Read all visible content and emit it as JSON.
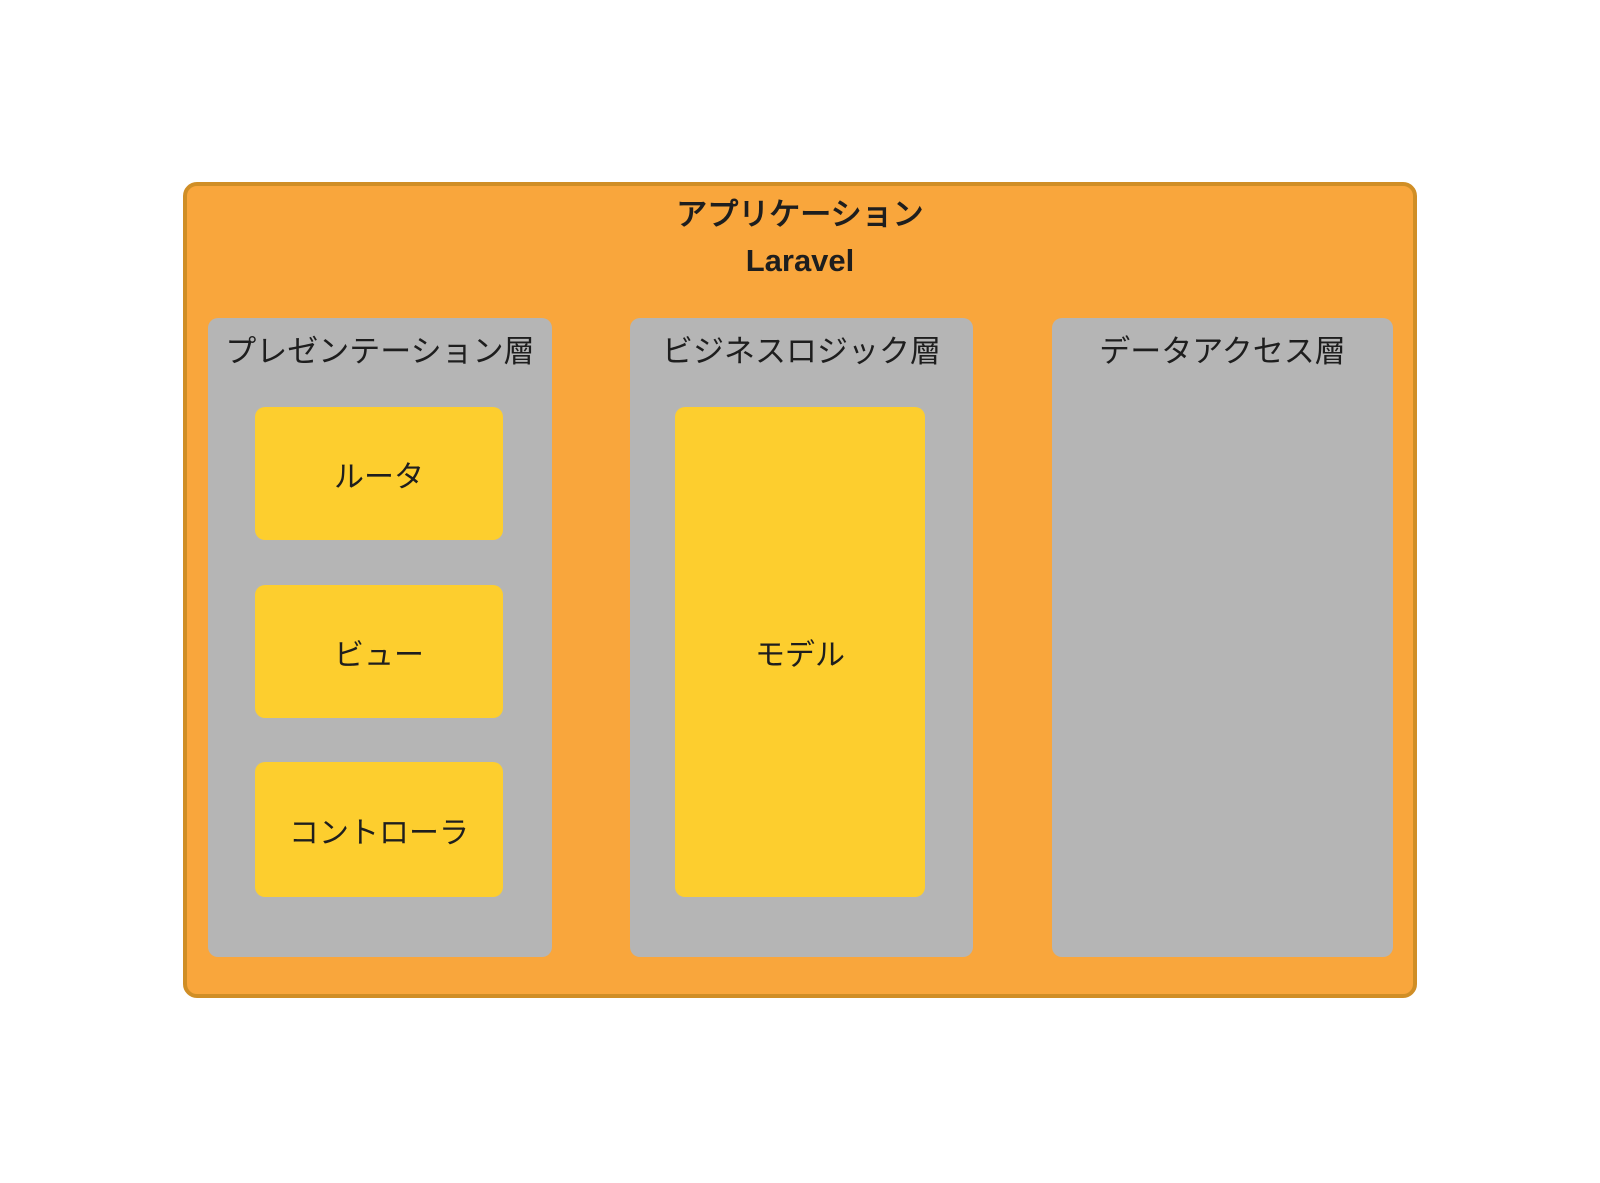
{
  "colors": {
    "orange": "#F9A63C",
    "orange-border": "#D08E26",
    "gray": "#B5B5B5",
    "yellow": "#FDCE2E",
    "text": "#1E1E1E",
    "page-bg": "#FFFFFF"
  },
  "diagram": {
    "title": "アプリケーション",
    "subtitle": "Laravel",
    "layers": [
      {
        "label": "プレゼンテーション層",
        "components": [
          "ルータ",
          "ビュー",
          "コントローラ"
        ]
      },
      {
        "label": "ビジネスロジック層",
        "components": [
          "モデル"
        ]
      },
      {
        "label": "データアクセス層",
        "components": []
      }
    ]
  }
}
